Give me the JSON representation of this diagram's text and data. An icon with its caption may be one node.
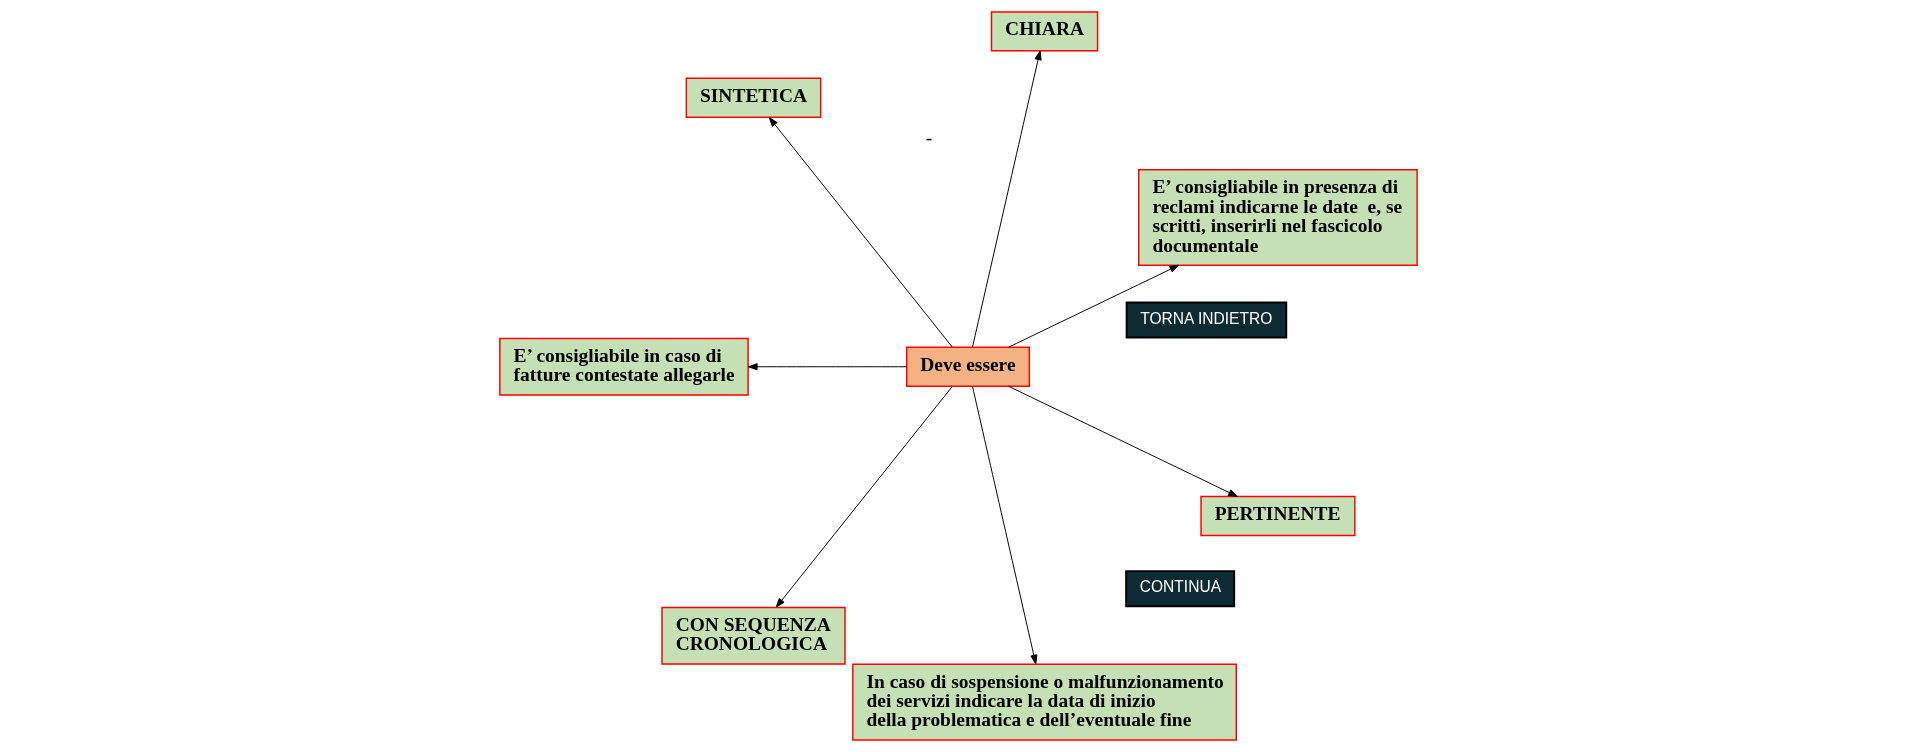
{
  "diagram": {
    "nodes": [
      {
        "text": [
          "TORNA INDIETRO"
        ]
      },
      {
        "text": [
          "CONTINUA"
        ]
      },
      {
        "text": [
          "E’ consigliabile in presenza di reclami indicarne le date  e, se scritti, inserirli nel fascicolo documentale"
        ]
      },
      {
        "text": [
          "CHIARA"
        ]
      },
      {
        "text": [
          "Deve essere"
        ]
      },
      {
        "text": [
          "SINTETICA"
        ]
      },
      {
        "text": [
          "E’ consigliabile in caso di fatture contestate allegarle"
        ]
      },
      {
        "text": [
          "CON SEQUENZA CRONOLOGICA"
        ]
      },
      {
        "text": [
          "In caso di sospensione o malfunzionamento dei servizi indicare la data di inizio della problematica e dell’eventuale fine"
        ]
      },
      {
        "text": [
          "PERTINENTE"
        ]
      }
    ],
    "edges": [
      {
        "from": 4,
        "to": 2,
        "arrow": "to"
      },
      {
        "from": 4,
        "to": 3,
        "arrow": "to"
      },
      {
        "from": 4,
        "to": 6,
        "arrow": "to"
      },
      {
        "from": 4,
        "to": 5,
        "arrow": "to"
      },
      {
        "from": 4,
        "to": 7,
        "arrow": "to"
      },
      {
        "from": 4,
        "to": 9,
        "arrow": "to"
      },
      {
        "from": 4,
        "to": 8,
        "arrow": "to"
      }
    ],
    "labels": [
      "-"
    ]
  }
}
